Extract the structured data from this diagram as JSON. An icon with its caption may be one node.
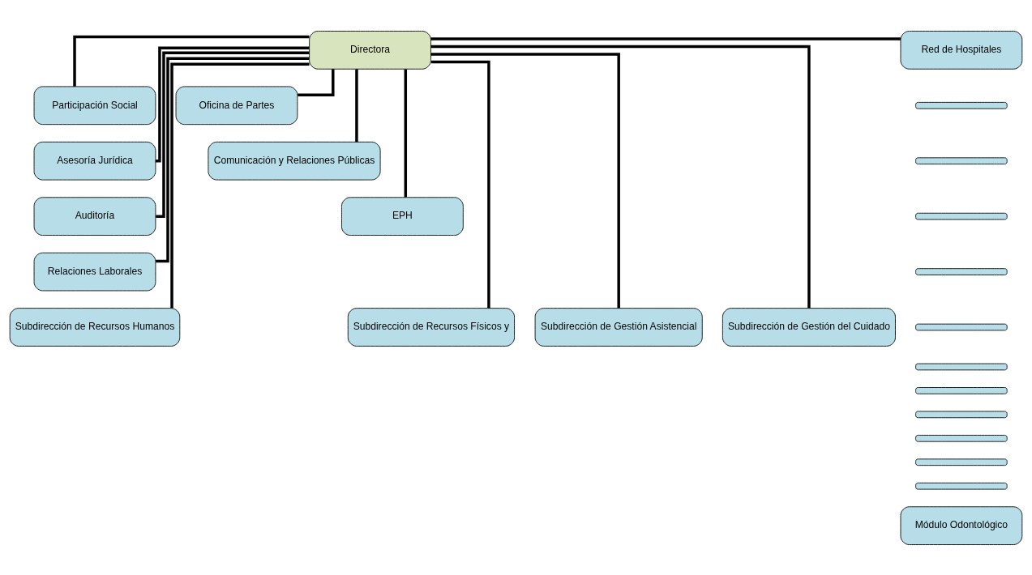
{
  "diagram": {
    "nodes": [
      {
        "text": [
          "Directora"
        ]
      },
      {
        "text": [
          "Red de Hospitales"
        ]
      },
      {
        "text": [
          "Participación Social"
        ]
      },
      {
        "text": [
          "Oficina de Partes"
        ]
      },
      {
        "text": [
          "Asesoría Jurídica"
        ]
      },
      {
        "text": [
          "Comunicación y Relaciones Públicas"
        ]
      },
      {
        "text": [
          "Auditoría"
        ]
      },
      {
        "text": [
          "EPH"
        ]
      },
      {
        "text": [
          "Relaciones Laborales"
        ]
      },
      {
        "text": [
          "Subdirección de Recursos Humanos"
        ]
      },
      {
        "text": [
          "Subdirección de Recursos Físicos y"
        ]
      },
      {
        "text": [
          "Subdirección de Gestión Asistencial"
        ]
      },
      {
        "text": [
          "Subdirección de Gestión del Cuidado"
        ]
      },
      {
        "text": [],
        "shape": "bar"
      },
      {
        "text": [],
        "shape": "bar"
      },
      {
        "text": [],
        "shape": "bar"
      },
      {
        "text": [],
        "shape": "bar"
      },
      {
        "text": [],
        "shape": "bar"
      },
      {
        "text": [],
        "shape": "bar"
      },
      {
        "text": [],
        "shape": "bar"
      },
      {
        "text": [],
        "shape": "bar"
      },
      {
        "text": [],
        "shape": "bar"
      },
      {
        "text": [],
        "shape": "bar"
      },
      {
        "text": [],
        "shape": "bar"
      },
      {
        "text": [
          "Módulo Odontológico"
        ]
      }
    ],
    "edges": [
      {
        "from": 0,
        "to": 1,
        "arrow": "none"
      },
      {
        "from": 0,
        "to": 2,
        "arrow": "none"
      },
      {
        "from": 0,
        "to": 3,
        "arrow": "none"
      },
      {
        "from": 0,
        "to": 4,
        "arrow": "none"
      },
      {
        "from": 0,
        "to": 5,
        "arrow": "none"
      },
      {
        "from": 0,
        "to": 6,
        "arrow": "none"
      },
      {
        "from": 0,
        "to": 7,
        "arrow": "none"
      },
      {
        "from": 0,
        "to": 8,
        "arrow": "none"
      },
      {
        "from": 0,
        "to": 9,
        "arrow": "none"
      },
      {
        "from": 0,
        "to": 10,
        "arrow": "none"
      },
      {
        "from": 0,
        "to": 11,
        "arrow": "none"
      },
      {
        "from": 0,
        "to": 12,
        "arrow": "none"
      }
    ]
  }
}
